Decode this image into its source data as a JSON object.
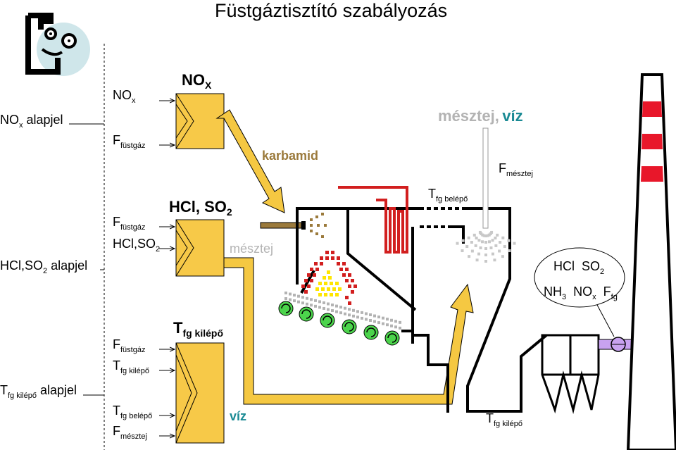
{
  "title": "Füstgáztisztító szabályozás",
  "setpoints": {
    "nox": {
      "main": "NO",
      "sub": "x",
      "tail": " alapjel"
    },
    "hcl": {
      "main": "HCl,SO",
      "sub": "2",
      "tail": " alapjel"
    },
    "tfg": {
      "main": "T",
      "sub": "fg kilépő",
      "tail": " alapjel"
    }
  },
  "controllers": {
    "nox": {
      "title_main": "NO",
      "title_sub": "X",
      "inputs": [
        {
          "main": "NO",
          "sub": "x"
        },
        {
          "main": "F",
          "sub": "füstgáz"
        }
      ]
    },
    "hcl": {
      "title_main": "HCl, SO",
      "title_sub": "2",
      "inputs": [
        {
          "main": "F",
          "sub": "füstgáz"
        },
        {
          "main": "HCl,SO",
          "sub": "2"
        }
      ]
    },
    "tfg": {
      "title_main": "T",
      "title_sub": "fg kilépő",
      "inputs": [
        {
          "main": "F",
          "sub": "füstgáz"
        },
        {
          "main": "T",
          "sub": "fg kilépő"
        },
        {
          "main": "T",
          "sub": "fg belépő"
        },
        {
          "main": "F",
          "sub": "mésztej"
        }
      ]
    }
  },
  "flows": {
    "karbamid": "karbamid",
    "mesztej": "mésztej",
    "viz": "víz",
    "spray_a": "mésztej,",
    "spray_b": "víz"
  },
  "measurements": {
    "f_mesztej": {
      "main": "F",
      "sub": "mésztej"
    },
    "t_fg_belepo": {
      "main": "T",
      "sub": "fg belépő"
    },
    "t_fg_kilepo": {
      "main": "T",
      "sub": "fg kilépő"
    }
  },
  "analyzer": {
    "line1": [
      {
        "main": "HCl",
        "sub": ""
      },
      {
        "main": "SO",
        "sub": "2"
      }
    ],
    "line2": [
      {
        "main": "NH",
        "sub": "3"
      },
      {
        "main": "NO",
        "sub": "x"
      },
      {
        "main": "F",
        "sub": "fg"
      }
    ]
  },
  "colors": {
    "controller_fill": "#f7c948",
    "arrow_fill": "#f5c842",
    "flame_red": "#d21f1f",
    "flame_yellow": "#ffe600",
    "grate_roller": "#4cd44c",
    "stack_band": "#e8172a",
    "duct_violet": "#c8a2f0",
    "urea_brown": "#9b7a3c",
    "lime_grey": "#b3b3b3",
    "water_teal": "#1a8a94",
    "logo_circle": "#cfe6ea"
  },
  "icons": [
    "logo-face-icon",
    "controller-icon",
    "fan-icon",
    "nozzle-icon",
    "spray-icon",
    "grate-roller-icon"
  ]
}
